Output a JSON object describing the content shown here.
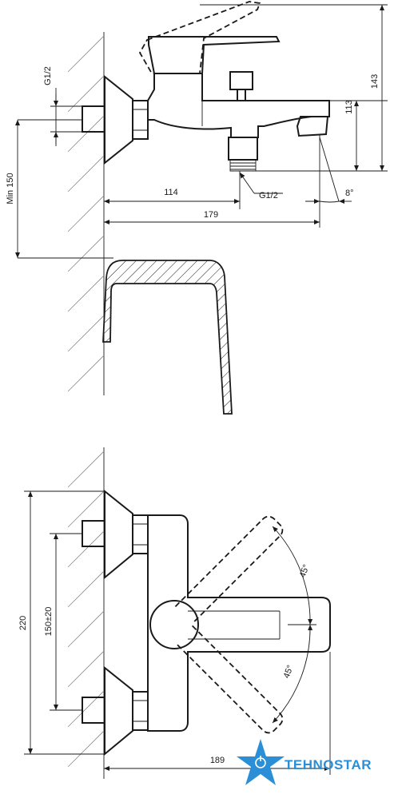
{
  "side_view": {
    "thread_inlet": "G1/2",
    "thread_outlet": "G1/2",
    "min_height": "Min 150",
    "dim_113": "113",
    "dim_143": "143",
    "dim_114": "114",
    "dim_179": "179",
    "angle": "8°"
  },
  "top_view": {
    "dim_220": "220",
    "dim_spacing": "150±20",
    "dim_189": "189",
    "angle_upper": "45°",
    "angle_lower": "45°"
  },
  "watermark": {
    "brand": "TEHNOSTAR",
    "color": "#2a8fd6"
  }
}
